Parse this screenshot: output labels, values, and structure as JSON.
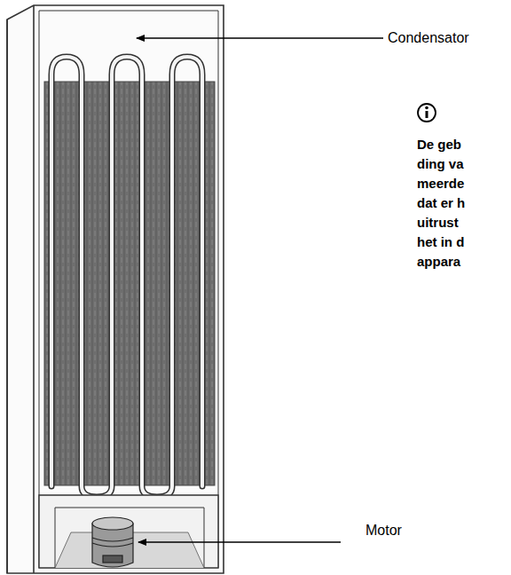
{
  "diagram": {
    "labels": [
      "Condensator",
      "Motor",
      "De geb ding va meerde dat er h uitrust het in d appara"
    ]
  }
}
